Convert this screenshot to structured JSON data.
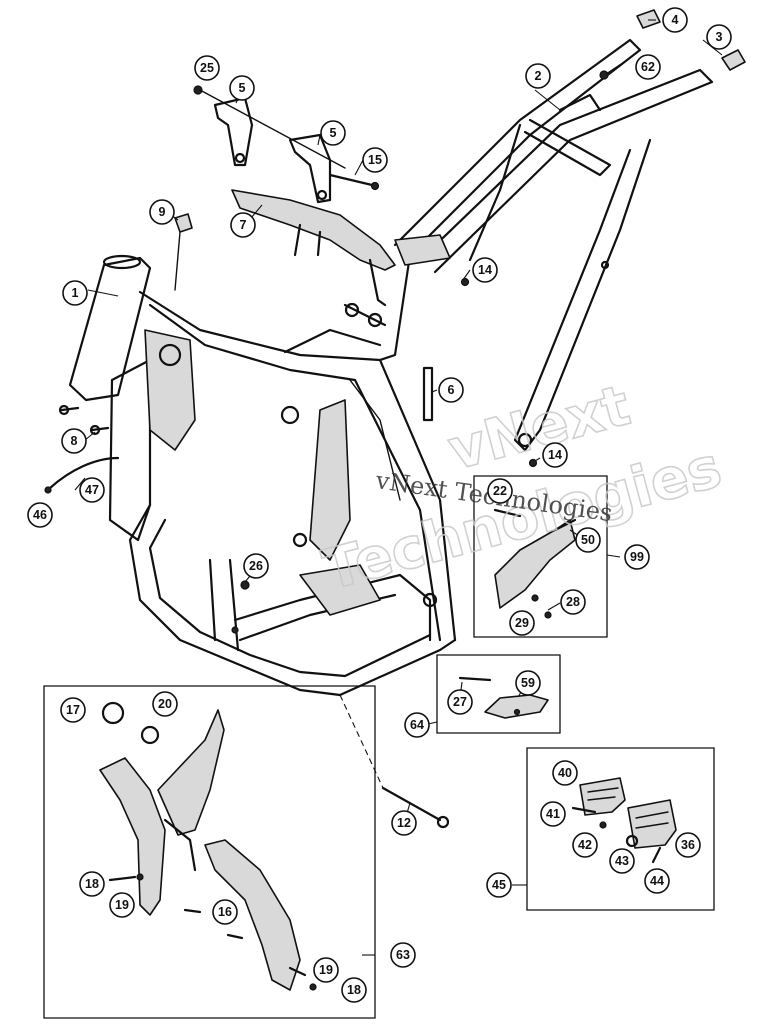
{
  "watermark": {
    "large_line_1": "vNext",
    "large_line_2": "Technologies",
    "small": "vNext Technologies"
  },
  "callouts": [
    {
      "id": "c1",
      "label": "1"
    },
    {
      "id": "c2",
      "label": "2"
    },
    {
      "id": "c3",
      "label": "3"
    },
    {
      "id": "c4",
      "label": "4"
    },
    {
      "id": "c5a",
      "label": "5"
    },
    {
      "id": "c5b",
      "label": "5"
    },
    {
      "id": "c6",
      "label": "6"
    },
    {
      "id": "c7",
      "label": "7"
    },
    {
      "id": "c8",
      "label": "8"
    },
    {
      "id": "c9",
      "label": "9"
    },
    {
      "id": "c12",
      "label": "12"
    },
    {
      "id": "c14a",
      "label": "14"
    },
    {
      "id": "c14b",
      "label": "14"
    },
    {
      "id": "c15",
      "label": "15"
    },
    {
      "id": "c16",
      "label": "16"
    },
    {
      "id": "c17",
      "label": "17"
    },
    {
      "id": "c18a",
      "label": "18"
    },
    {
      "id": "c18b",
      "label": "18"
    },
    {
      "id": "c19a",
      "label": "19"
    },
    {
      "id": "c19b",
      "label": "19"
    },
    {
      "id": "c20",
      "label": "20"
    },
    {
      "id": "c22",
      "label": "22"
    },
    {
      "id": "c25",
      "label": "25"
    },
    {
      "id": "c26",
      "label": "26"
    },
    {
      "id": "c27",
      "label": "27"
    },
    {
      "id": "c28",
      "label": "28"
    },
    {
      "id": "c29",
      "label": "29"
    },
    {
      "id": "c36",
      "label": "36"
    },
    {
      "id": "c40",
      "label": "40"
    },
    {
      "id": "c41",
      "label": "41"
    },
    {
      "id": "c42",
      "label": "42"
    },
    {
      "id": "c43",
      "label": "43"
    },
    {
      "id": "c44",
      "label": "44"
    },
    {
      "id": "c45",
      "label": "45"
    },
    {
      "id": "c46",
      "label": "46"
    },
    {
      "id": "c47",
      "label": "47"
    },
    {
      "id": "c50",
      "label": "50"
    },
    {
      "id": "c59",
      "label": "59"
    },
    {
      "id": "c62",
      "label": "62"
    },
    {
      "id": "c63",
      "label": "63"
    },
    {
      "id": "c64",
      "label": "64"
    },
    {
      "id": "c99",
      "label": "99"
    }
  ]
}
